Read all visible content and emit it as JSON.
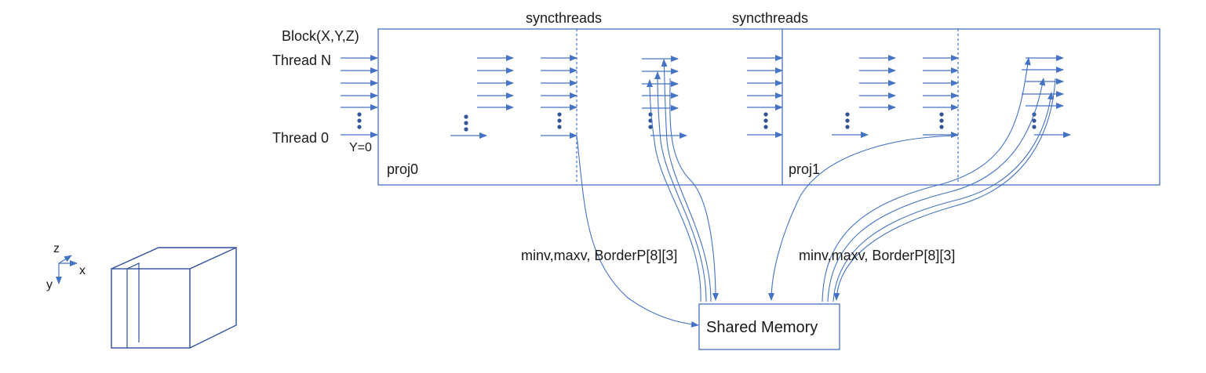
{
  "labels": {
    "block": "Block(X,Y,Z)",
    "thread_n": "Thread N",
    "thread_0": "Thread 0",
    "y_zero": "Y=0",
    "sync_1": "syncthreads",
    "sync_2": "syncthreads",
    "proj0": "proj0",
    "proj1": "proj1",
    "shared_vars_1": "minv,maxv, BorderP[8][3]",
    "shared_vars_2": "minv,maxv, BorderP[8][3]",
    "shared_memory": "Shared Memory",
    "axis_z": "z",
    "axis_x": "x",
    "axis_y": "y"
  },
  "colors": {
    "line": "#4472c4",
    "dot": "#2f5597",
    "cube": "#2f4f9f",
    "text": "#1a1a1a"
  }
}
